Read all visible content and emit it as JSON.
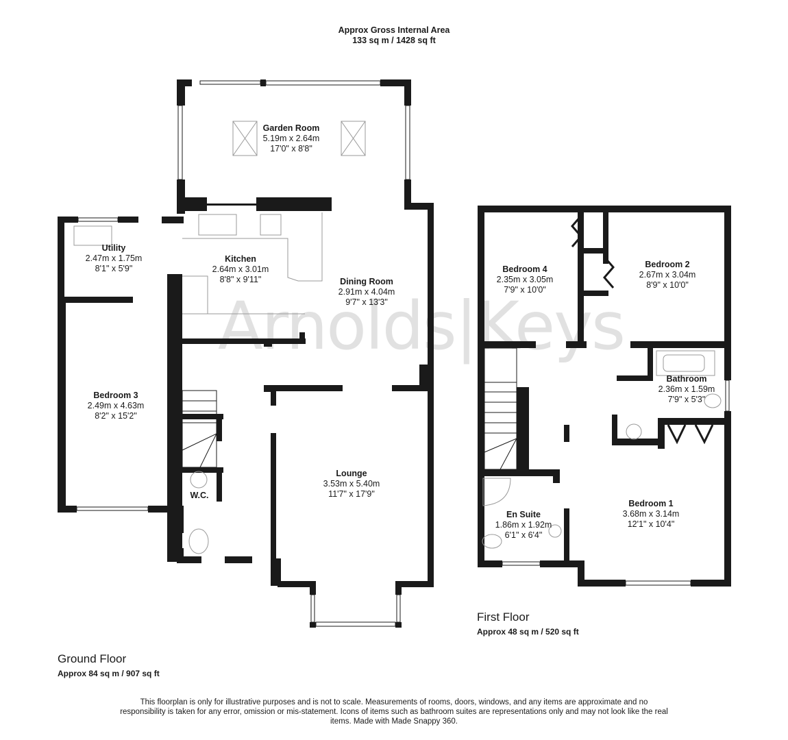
{
  "header": {
    "title": "Approx Gross Internal Area",
    "total_area": "133 sq m / 1428 sq ft"
  },
  "watermark": "Arnolds|Keys",
  "colors": {
    "wall": "#1a1a1a",
    "wall_inner": "#2e2e2e",
    "fixture": "#999999",
    "watermark": "#c8c8c8"
  },
  "ground_floor": {
    "name": "Ground Floor",
    "area": "Approx 84 sq m / 907 sq ft",
    "rooms": [
      {
        "name": "Garden Room",
        "metric": "5.19m x 2.64m",
        "imperial": "17'0\" x 8'8\""
      },
      {
        "name": "Utility",
        "metric": "2.47m x 1.75m",
        "imperial": "8'1\" x 5'9\""
      },
      {
        "name": "Kitchen",
        "metric": "2.64m x 3.01m",
        "imperial": "8'8\" x 9'11\""
      },
      {
        "name": "Dining Room",
        "metric": "2.91m x 4.04m",
        "imperial": "9'7\" x 13'3\""
      },
      {
        "name": "Bedroom 3",
        "metric": "2.49m x 4.63m",
        "imperial": "8'2\" x 15'2\""
      },
      {
        "name": "Lounge",
        "metric": "3.53m x 5.40m",
        "imperial": "11'7\" x 17'9\""
      },
      {
        "name": "W.C.",
        "metric": "",
        "imperial": ""
      }
    ]
  },
  "first_floor": {
    "name": "First Floor",
    "area": "Approx 48 sq m / 520 sq ft",
    "rooms": [
      {
        "name": "Bedroom 4",
        "metric": "2.35m x 3.05m",
        "imperial": "7'9\" x 10'0\""
      },
      {
        "name": "Bedroom 2",
        "metric": "2.67m x 3.04m",
        "imperial": "8'9\" x 10'0\""
      },
      {
        "name": "Bathroom",
        "metric": "2.36m x 1.59m",
        "imperial": "7'9\" x 5'3\""
      },
      {
        "name": "En Suite",
        "metric": "1.86m x 1.92m",
        "imperial": "6'1\" x 6'4\""
      },
      {
        "name": "Bedroom 1",
        "metric": "3.68m x 3.14m",
        "imperial": "12'1\" x 10'4\""
      }
    ]
  },
  "disclaimer": "This floorplan is only for illustrative purposes and is not to scale. Measurements of rooms, doors, windows, and any items are approximate and no responsibility is taken for any error, omission or mis-statement. Icons of items such as bathroom suites are representations only and may not look like the real items. Made with Made Snappy 360."
}
